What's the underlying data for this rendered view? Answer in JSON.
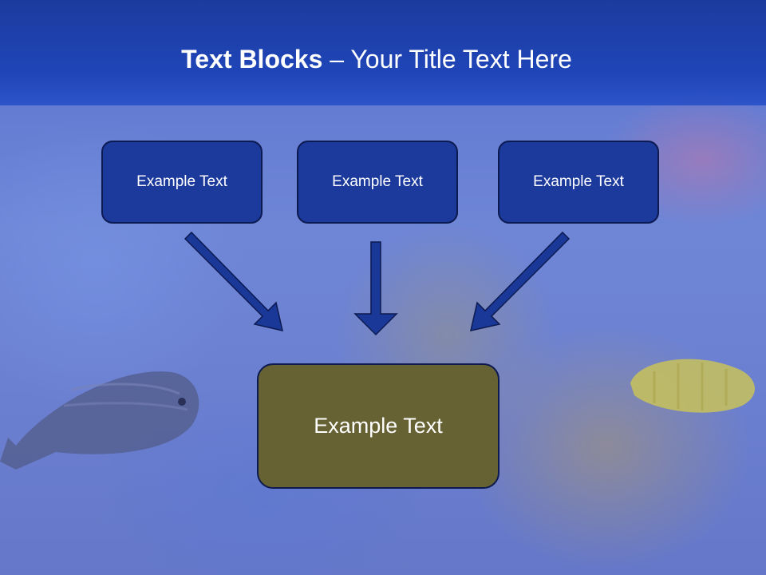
{
  "slide": {
    "title_bold": "Text Blocks",
    "title_dash": "–",
    "title_rest": "Your Title Text Here"
  },
  "blocks": {
    "top": [
      {
        "label": "Example Text"
      },
      {
        "label": "Example Text"
      },
      {
        "label": "Example Text"
      }
    ],
    "bottom": {
      "label": "Example Text"
    }
  },
  "colors": {
    "title_bar": "#1f45b8",
    "top_box_fill": "#1c3a9c",
    "bottom_box_fill": "#676233",
    "arrow_fill": "#1a3898"
  },
  "icons": [
    "arrow-down-right-icon",
    "arrow-down-icon",
    "arrow-down-left-icon"
  ]
}
